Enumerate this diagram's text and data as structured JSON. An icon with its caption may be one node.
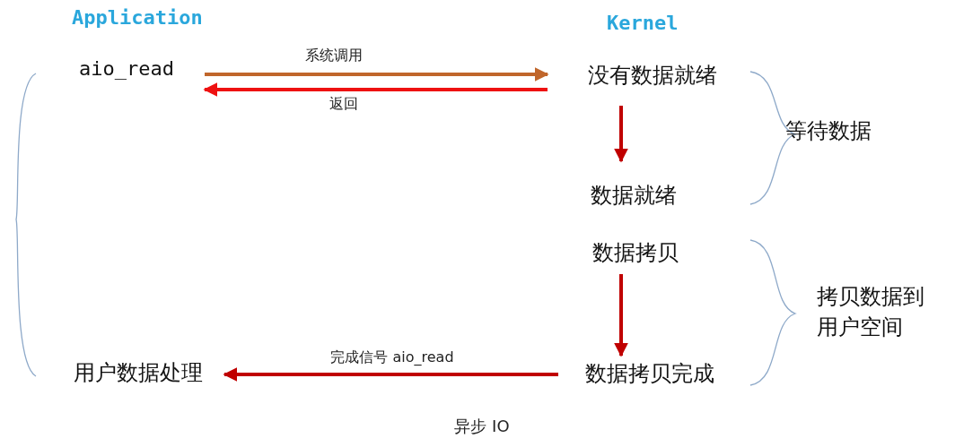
{
  "diagram": {
    "caption": "异步 IO",
    "nodes": [
      {
        "text": [
          "aio_read"
        ]
      },
      {
        "text": [
          "没有数据就绪"
        ]
      },
      {
        "text": [
          "数据就绪"
        ]
      },
      {
        "text": [
          "数据拷贝"
        ]
      },
      {
        "text": [
          "数据拷贝完成"
        ]
      },
      {
        "text": [
          "用户数据处理"
        ]
      },
      {
        "text": [
          "等待数据"
        ]
      },
      {
        "text": [
          "拷贝数据到用户空间"
        ]
      }
    ],
    "edges": [
      {
        "from": 0,
        "to": 1,
        "arrow": "to",
        "label": "系统调用",
        "color": "#c0662b"
      },
      {
        "from": 1,
        "to": 0,
        "arrow": "to",
        "label": "返回",
        "color": "#ee1111"
      },
      {
        "from": 1,
        "to": 2,
        "arrow": "to"
      },
      {
        "from": 3,
        "to": 4,
        "arrow": "to"
      },
      {
        "from": 4,
        "to": 5,
        "arrow": "to",
        "label": "完成信号 aio_read"
      }
    ],
    "labels": [
      "Application",
      "Kernel"
    ]
  }
}
